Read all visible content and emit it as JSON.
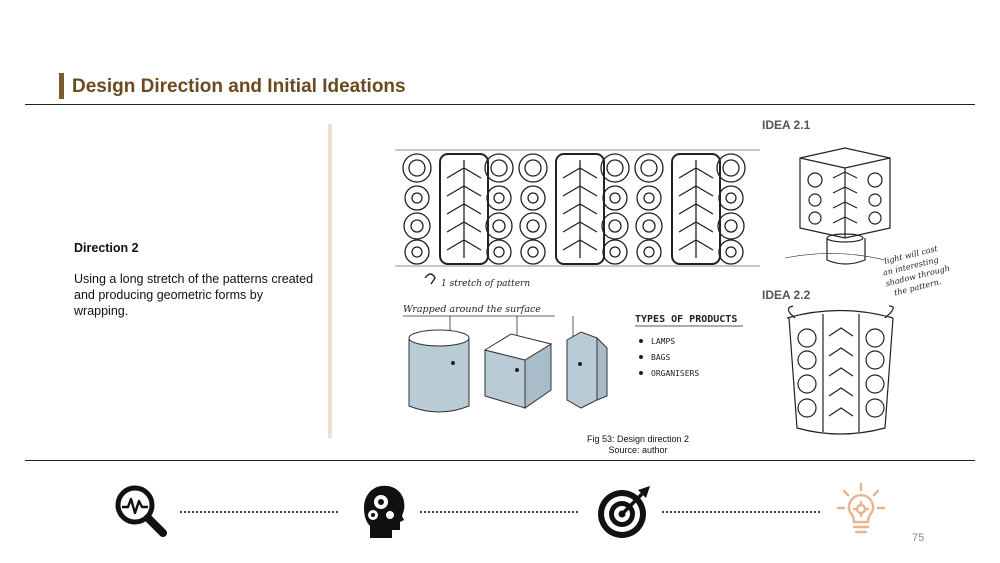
{
  "header": {
    "title": "Design Direction and Initial Ideations"
  },
  "direction": {
    "heading": "Direction 2",
    "body": "Using a long stretch of the patterns created and producing geometric forms by wrapping."
  },
  "ideas": {
    "idea_1": "IDEA 2.1",
    "idea_2": "IDEA 2.2"
  },
  "sketch_notes": {
    "stretch": "1 stretch of pattern",
    "wrapped": "Wrapped around the surface",
    "types_title": "TYPES OF PRODUCTS",
    "types": [
      "LAMPS",
      "BAGS",
      "ORGANISERS"
    ],
    "light_note": "light will cast an interesting shadow through the pattern."
  },
  "caption": {
    "line1": "Fig 53: Design direction 2",
    "line2": "Source: author"
  },
  "footer": {
    "page_number": "75",
    "icons": [
      "analysis-magnifier-icon",
      "thinking-head-gears-icon",
      "target-arrow-icon",
      "idea-bulb-icon"
    ]
  },
  "colors": {
    "title": "#6b4a1e",
    "accent_bar": "#7a5a2e",
    "divider": "#f1ddd2",
    "bulb": "#e7b48c",
    "sketch_fill": "#b9cbd6"
  }
}
